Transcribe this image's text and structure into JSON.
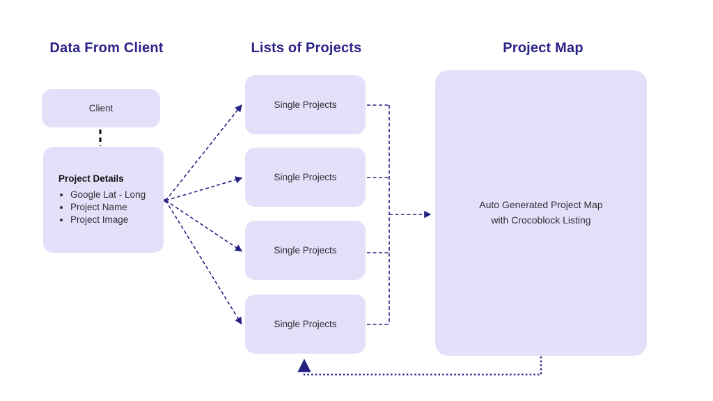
{
  "columns": {
    "left": {
      "title": "Data From Client"
    },
    "middle": {
      "title": "Lists of Projects"
    },
    "right": {
      "title": "Project Map"
    }
  },
  "client_box": {
    "label": "Client"
  },
  "details_box": {
    "title": "Project Details",
    "bullets": [
      "Google Lat - Long",
      "Project Name",
      "Project Image"
    ]
  },
  "single_projects": [
    {
      "label": "Single Projects"
    },
    {
      "label": "Single Projects"
    },
    {
      "label": "Single Projects"
    },
    {
      "label": "Single Projects"
    }
  ],
  "project_map_box": {
    "label": "Auto Generated Project Map with Crocoblock Listing"
  },
  "colors": {
    "heading": "#2b2488",
    "box_fill": "#e4e0f9",
    "connector": "#232082",
    "black_link": "#141414",
    "body_text": "#2e2e33",
    "background": "#ffffff"
  }
}
